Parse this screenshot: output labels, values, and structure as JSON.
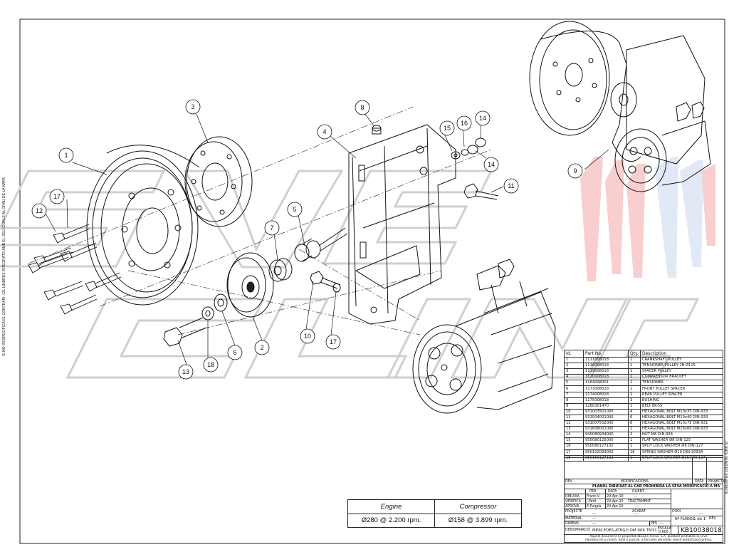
{
  "side_note": "SI NO S'ESPECIFICA EL CONTRARI, CIL·LINDRES INTEGRATS AMB EL SEU IGUALS AL GRAU DE LA NAPA",
  "right_margin_note": "PLÀNOL NÚMERO KB10038018",
  "callouts": [
    "1",
    "2",
    "3",
    "4",
    "5",
    "6",
    "7",
    "8",
    "9",
    "10",
    "11",
    "12",
    "13",
    "14",
    "14",
    "15",
    "16",
    "17",
    "17",
    "18"
  ],
  "rpm_table": {
    "headers": [
      "Engine",
      "Compressor"
    ],
    "values": [
      "Ø280 @ 2.200 rpm.",
      "Ø158 @ 3.899 rpm."
    ]
  },
  "bom": {
    "headers": [
      "Id.",
      "Part No.",
      "Qty.",
      "Description"
    ],
    "rows": [
      [
        "1",
        "1111008018",
        "1",
        "CRANKSHAFT PULLEY"
      ],
      [
        "2",
        "1116008018",
        "1",
        "TENSIONER PULLEY 1B Ø115"
      ],
      [
        "3",
        "1119008018",
        "1",
        "SPACER PULLEY"
      ],
      [
        "4",
        "1120008018",
        "1",
        "COMPRESSOR BRACKET"
      ],
      [
        "5",
        "1164008001",
        "1",
        "TENSIONER"
      ],
      [
        "6",
        "1173008018",
        "1",
        "FRONT PULLEY SPACER"
      ],
      [
        "7",
        "1174008018",
        "1",
        "REAR PULLEY SPACER"
      ],
      [
        "8",
        "1175008018",
        "3",
        "BUSHING"
      ],
      [
        "9",
        "1260301470",
        "1",
        "BELT 8K-55"
      ],
      [
        "10",
        "931003501000",
        "4",
        "HEXAGONAL BOLT M10x35 DIN-933"
      ],
      [
        "11",
        "931004001000",
        "6",
        "HEXAGONAL BOLT M10x40 DIN-933"
      ],
      [
        "12",
        "931007502000",
        "6",
        "HEXAGONAL BOLT M10x75 DIN-931"
      ],
      [
        "13",
        "931606001000",
        "1",
        "HEXAGONAL BOLT M16x60 DIN-933"
      ],
      [
        "14",
        "940080934000",
        "2",
        "NUT M8 DIN-934"
      ],
      [
        "15",
        "950080125000",
        "1",
        "FLAT WASHER Ø8 DIN-125"
      ],
      [
        "16",
        "950080127102",
        "1",
        "SPLIT LOCK WASHER Ø8 DIN-127"
      ],
      [
        "17",
        "950102093002",
        "16",
        "SPRING WASHER Ø10 DIN-2093A"
      ],
      [
        "18",
        "950160127102",
        "1",
        "SPLIT LOCK WASHER Ø16 DIN-127"
      ]
    ]
  },
  "title_block": {
    "revision_header": "MODIFICACIONS",
    "rev_label": "REV.",
    "date_label": "DATA",
    "project_label": "PROJECTAT",
    "notice": "PLÀNOL DIBUIXAT AL CAD PROHIBIDA LA SEVA MODIFICACIÓ A MÀ",
    "per_label": "PER",
    "date_col": "DATA",
    "client_label": "CLIENT",
    "client_value": "---",
    "dibuixa_label": "DIBUIXA",
    "dibuixa_by": "Frank V.",
    "dibuixa_date": "29-Apr-10",
    "verifica_label": "VERIFICA",
    "verifica_by": "J.Petit",
    "verifica_date": "29-Apr-10",
    "aprova_label": "APROVA",
    "aprova_by": "E.Puigcà",
    "aprova_date": "29-Apr-10",
    "tractament_label": "TRACTAMENT",
    "tractament_value": "---",
    "projecte_label": "PROJECTE",
    "projecte_value": "---",
    "acabat_label": "ACABAT",
    "acabat_value": "---",
    "codi_label": "CODI",
    "codi_value": "---",
    "material_label": "MATERIAL",
    "material_value": "---",
    "dimens_label": "DIMENS.",
    "dimens_value": "---",
    "pes_label": "PES",
    "pes_value": "---",
    "escala_label": "ESCALA",
    "escala_value": "0.600",
    "plano_label": "Nº PLÀNOL",
    "sheet_label": "1 de 1",
    "rev_value": "REV.",
    "drawing_number": "KB10038018",
    "denominacio_label": "DENOMINACIÓ",
    "denominacio_value": "MERCEDES ATEGO OM 906 TM31",
    "footer_note": "Aquest document és propietat dEGQia Terras, S.A. quedant prohibida la seva reproducció o cessió, total o parcial, a terceres persones sense autorització prèvia."
  }
}
